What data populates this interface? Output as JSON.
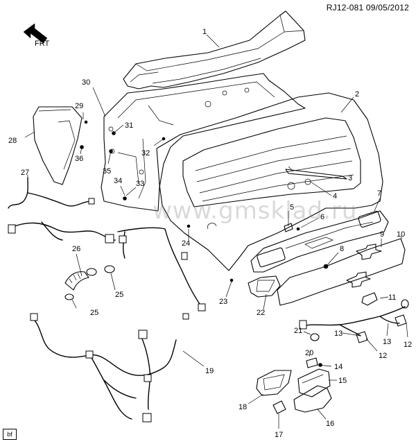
{
  "header": {
    "diagram_id": "RJ12-081  09/05/2012"
  },
  "orientation": {
    "label": "FRT",
    "icon": "front-direction-arrow-icon"
  },
  "watermark": "www.gmsklad.ru",
  "corner_tag": "bf",
  "callouts": {
    "c1": "1",
    "c2": "2",
    "c3": "3",
    "c4": "4",
    "c5": "5",
    "c6": "6",
    "c7": "7",
    "c8": "8",
    "c9": "9",
    "c10": "10",
    "c11": "11",
    "c12a": "12",
    "c12b": "12",
    "c13a": "13",
    "c13b": "13",
    "c14": "14",
    "c15": "15",
    "c16": "16",
    "c17": "17",
    "c18": "18",
    "c19": "19",
    "c20": "20",
    "c21": "21",
    "c22": "22",
    "c23": "23",
    "c24": "24",
    "c25a": "25",
    "c25b": "25",
    "c26": "26",
    "c27": "27",
    "c28": "28",
    "c29": "29",
    "c30": "30",
    "c31": "31",
    "c32": "32",
    "c33": "33",
    "c34": "34",
    "c35": "35",
    "c36": "36"
  }
}
